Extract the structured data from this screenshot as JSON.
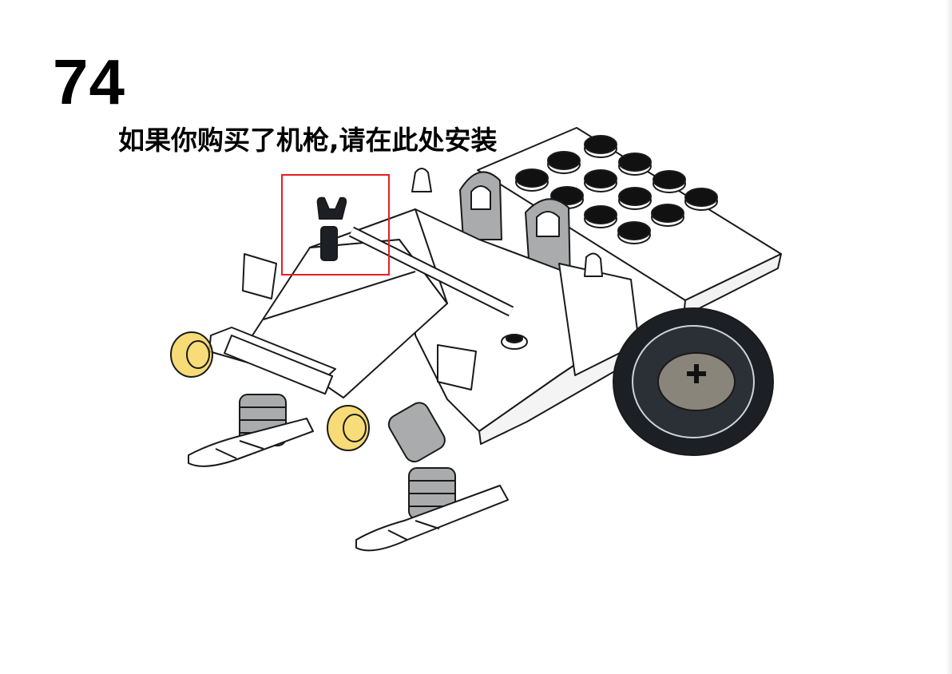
{
  "step": {
    "number": "74",
    "instruction": "如果你购买了机枪,请在此处安装"
  },
  "highlight": {
    "color": "#e41e26"
  },
  "colors": {
    "outline": "#1a1a1a",
    "white_brick": "#ffffff",
    "light_gray": "#a9abad",
    "dark_gray": "#7c7b78",
    "black_part": "#1c1f24",
    "trans_yellow": "#f3cf4a",
    "hub": "#8a857b"
  },
  "icons": {
    "model": "lego-snow-vehicle-assembly-illustration",
    "wheel": "tread-wheel-icon",
    "clip": "black-clip-part-icon"
  }
}
